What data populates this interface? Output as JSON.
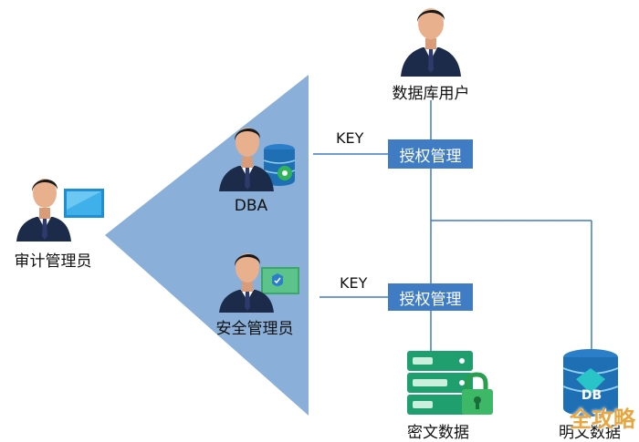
{
  "nodes": {
    "db_user": "数据库用户",
    "dba": "DBA",
    "security_admin": "安全管理员",
    "auditor": "审计管理员",
    "ciphertext_data": "密文数据",
    "plaintext_data": "明文数据"
  },
  "authorization_boxes": [
    "授权管理",
    "授权管理"
  ],
  "key_labels": [
    "KEY",
    "KEY"
  ],
  "db_badge": "DB",
  "watermark": "全攻略",
  "colors": {
    "triangle": "#8aafd8",
    "line": "#3f7cc4",
    "box": "#3f7cc4",
    "server_green": "#1f9e6e",
    "db_blue": "#1f6fb5"
  }
}
